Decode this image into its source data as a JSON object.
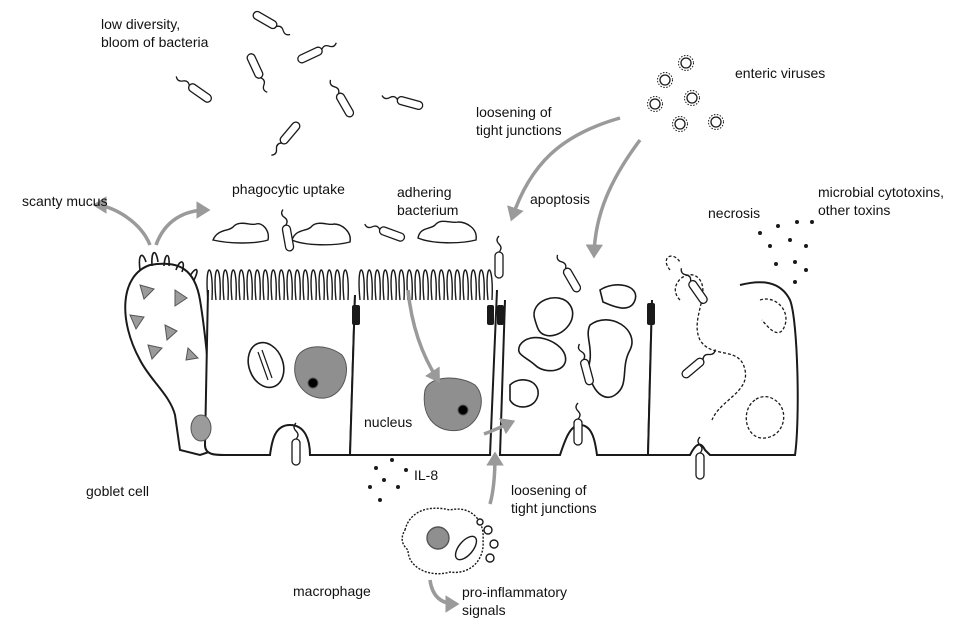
{
  "labels": {
    "low_diversity": "low diversity,\nbloom of bacteria",
    "enteric_viruses": "enteric viruses",
    "loosening_top": "loosening of\ntight junctions",
    "scanty_mucus": "scanty mucus",
    "phagocytic_uptake": "phagocytic uptake",
    "adhering_bacterium": "adhering\nbacterium",
    "apoptosis": "apoptosis",
    "necrosis": "necrosis",
    "microbial_toxins": "microbial cytotoxins,\nother toxins",
    "nucleus": "nucleus",
    "il8": "IL-8",
    "goblet_cell": "goblet cell",
    "loosening_bottom": "loosening of\ntight junctions",
    "macrophage": "macrophage",
    "pro_inflammatory": "pro-inflammatory\nsignals"
  },
  "colors": {
    "line": "#1a1a1a",
    "arrow": "#9a9a9a",
    "organelle": "#8f8f8f",
    "granule": "#9b9b9b"
  }
}
